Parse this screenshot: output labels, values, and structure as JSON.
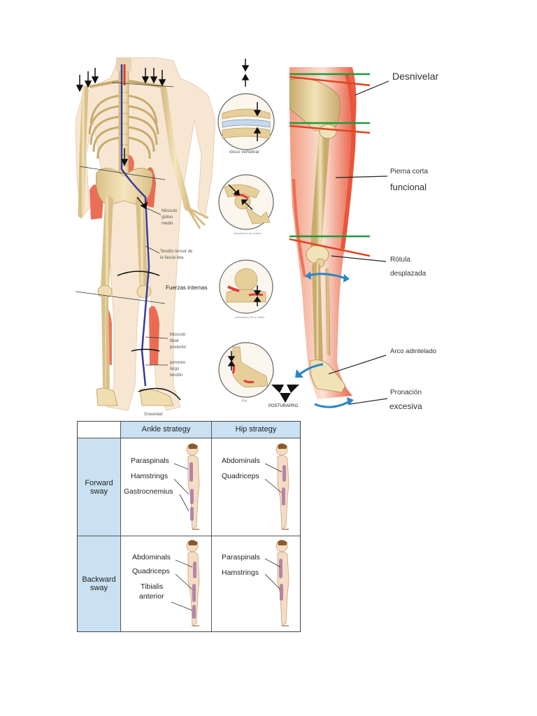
{
  "skeleton_labels": {
    "musculo_gluteo": [
      "Músculo",
      "glúteo",
      "medio"
    ],
    "tendon_tensor": [
      "Tendón tensor de",
      "la fascia lata"
    ],
    "fuerzas_internas": "Fuerzas internas",
    "musculo_tibial": [
      "Músculo",
      "tibial",
      "posterior"
    ],
    "peroneo": [
      "peroneo",
      "largo",
      "tendón"
    ],
    "gravedad": "Gravedad"
  },
  "circle_labels": {
    "disco": "disco vertebral",
    "c2": "Articulación de cadera",
    "c3": "Articulación de la rodilla",
    "c4": "Pie"
  },
  "leg_labels": {
    "desnivelar": "Desnivelar",
    "pierna_corta": "Pierna corta",
    "funcional": "funcional",
    "rotula": "Rótula",
    "desplazada": "desplazada",
    "arco": "Arco adintelado",
    "pronacion": "Pronación",
    "excesiva": "excesiva"
  },
  "logo_text": "POSTURAPRO",
  "table": {
    "col_headers": [
      "Ankle strategy",
      "Hip strategy"
    ],
    "row_headers": [
      [
        "Forward",
        "sway"
      ],
      [
        "Backward",
        "sway"
      ]
    ],
    "cells": {
      "fwd_ankle": [
        "Paraspinals",
        "Hamstrings",
        "Gastrocnemius"
      ],
      "fwd_hip": [
        "Abdominals",
        "Quadriceps"
      ],
      "back_ankle": [
        "Abdominals",
        "Quadriceps",
        "Tibialis",
        "anterior"
      ],
      "back_hip": [
        "Paraspinals",
        "Hamstrings"
      ]
    }
  },
  "colors": {
    "bone": "#efdcae",
    "muscle": "#e8553a",
    "header_blue": "#c9e1f2",
    "green_line": "#1e9a3a",
    "red_line": "#e2431f",
    "blue_arrow": "#2a86c8"
  }
}
